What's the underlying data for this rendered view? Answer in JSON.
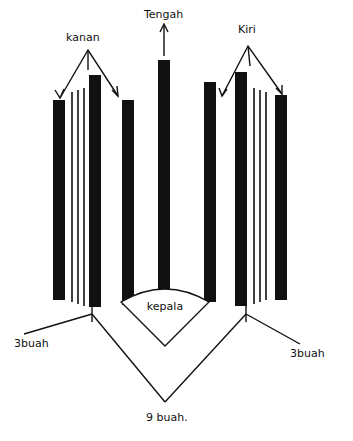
{
  "diagram": {
    "nodes": [
      {
        "text": [
          "kepala"
        ]
      }
    ],
    "labels": [
      "kanan",
      "Tengah",
      "Kiri",
      "3buah",
      "3buah",
      "9 buah."
    ]
  }
}
